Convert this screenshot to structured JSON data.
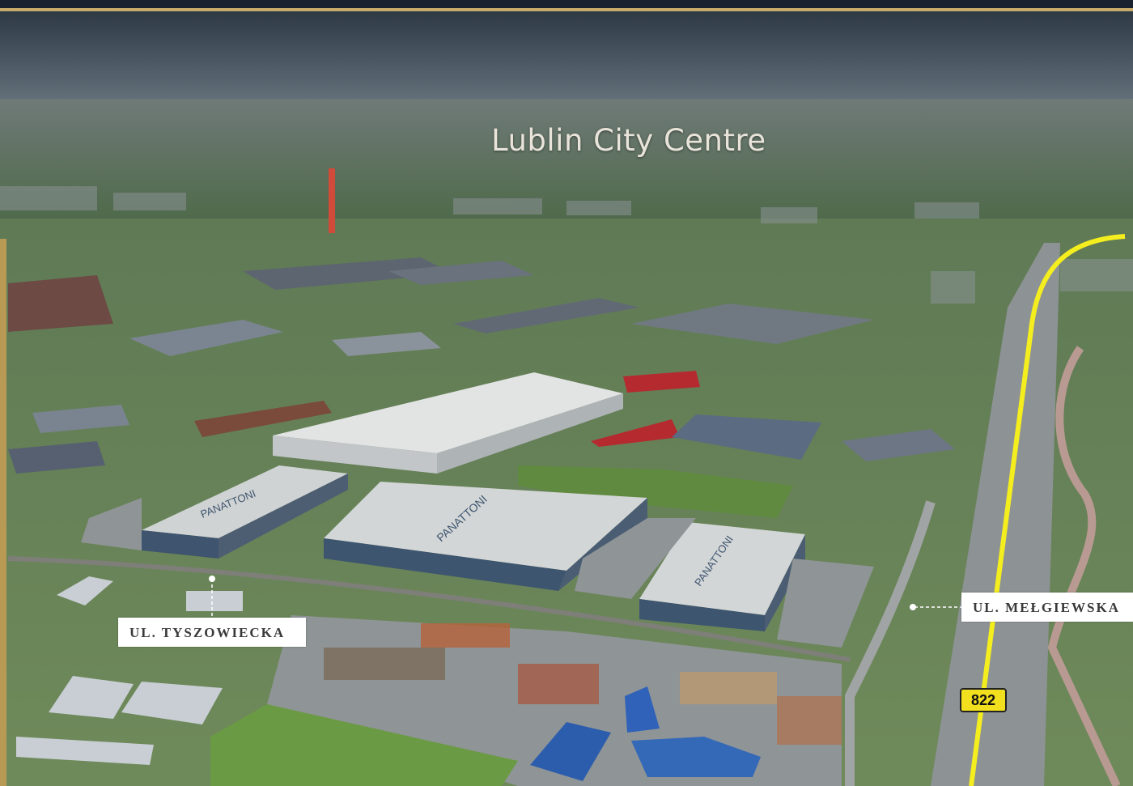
{
  "map": {
    "city_label": "Lublin City Centre",
    "streets": [
      {
        "name": "UL. TYSZOWIECKA"
      },
      {
        "name": "UL. MEŁGIEWSKA"
      }
    ],
    "road_number": "822",
    "building_signage": "PANATTONI",
    "colors": {
      "frame_gold": "#c7ab6a",
      "highlight_road": "#f5ee1e",
      "label_bg": "#ffffff"
    }
  }
}
